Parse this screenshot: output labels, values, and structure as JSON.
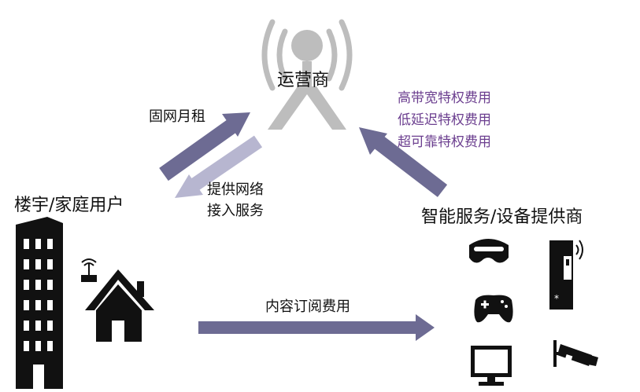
{
  "operator": {
    "label": "运营商"
  },
  "building_users": {
    "label": "楼宇/家庭用户"
  },
  "service_provider": {
    "label": "智能服务/设备提供商"
  },
  "flows": {
    "monthly_rent": "固网月租",
    "network_access": [
      "提供网络",
      "接入服务"
    ],
    "premium_fees": [
      "高带宽特权费用",
      "低延迟特权费用",
      "超可靠特权费用"
    ],
    "content_subscription": "内容订阅费用"
  },
  "colors": {
    "arrow_dark": "#6d6b93",
    "arrow_light": "#b7b6d0",
    "tower_gray": "#bdbdbd",
    "purple_text": "#6b3e8f"
  },
  "icons": [
    "tower-icon",
    "office-building-icon",
    "house-icon",
    "router-icon",
    "vr-headset-icon",
    "smart-fridge-icon",
    "gamepad-icon",
    "monitor-icon",
    "security-camera-icon"
  ]
}
